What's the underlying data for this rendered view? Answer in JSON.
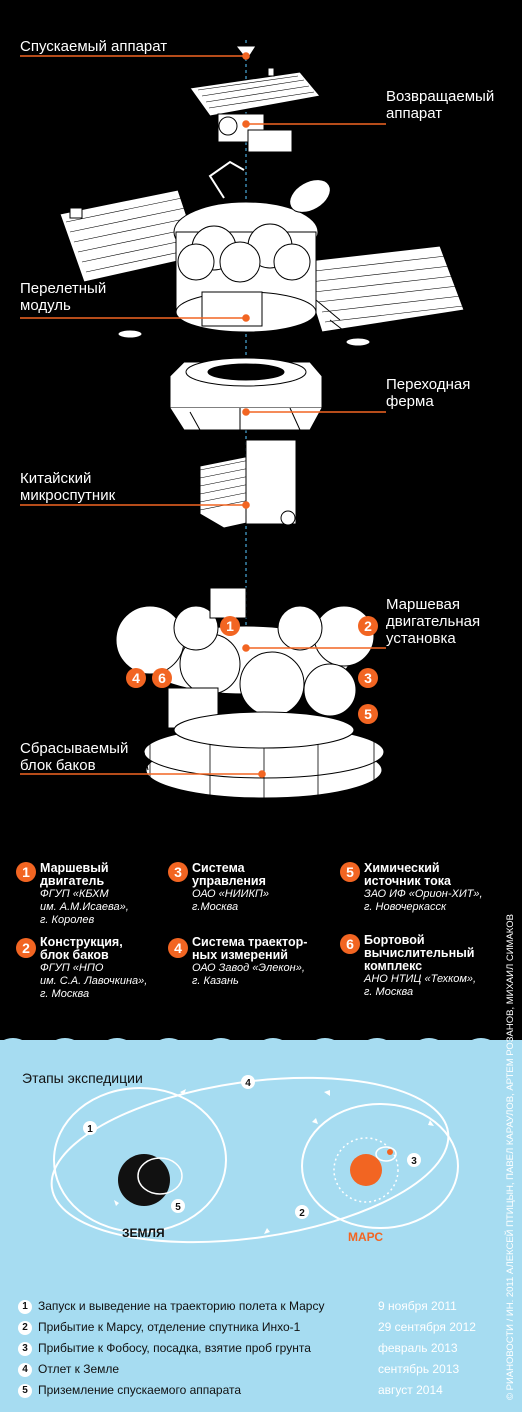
{
  "parts": {
    "descent": "Спускаемый аппарат",
    "return_1": "Возвращаемый",
    "return_2": "аппарат",
    "flight_1": "Перелетный",
    "flight_2": "модуль",
    "adapter_1": "Переходная",
    "adapter_2": "ферма",
    "china_1": "Китайский",
    "china_2": "микроспутник",
    "propulsion_1": "Маршевая",
    "propulsion_2": "двигательная",
    "propulsion_3": "установка",
    "tanks_1": "Сбрасываемый",
    "tanks_2": "блок баков"
  },
  "badges": [
    "1",
    "2",
    "3",
    "4",
    "5",
    "6"
  ],
  "legend": [
    {
      "num": "1",
      "title": [
        "Маршевый",
        "двигатель"
      ],
      "sub": [
        "ФГУП «КБХМ",
        "им. А.М.Исаева»,",
        "г. Королев"
      ]
    },
    {
      "num": "2",
      "title": [
        "Конструкция,",
        "блок баков"
      ],
      "sub": [
        "ФГУП «НПО",
        "им. С.А. Лавочкина»,",
        "г. Москва"
      ]
    },
    {
      "num": "3",
      "title": [
        "Система",
        "управления"
      ],
      "sub": [
        "ОАО «НИИКП»",
        "г.Москва"
      ]
    },
    {
      "num": "4",
      "title": [
        "Система траектор-",
        "ных измерений"
      ],
      "sub": [
        "ОАО Завод «Элекон»,",
        "г. Казань"
      ]
    },
    {
      "num": "5",
      "title": [
        "Химический",
        "источник тока"
      ],
      "sub": [
        "ЗАО ИФ «Орион-ХИТ»,",
        "г. Новочеркасск"
      ]
    },
    {
      "num": "6",
      "title": [
        "Бортовой",
        "вычислительный",
        "комплекс"
      ],
      "sub": [
        "АНО НТИЦ «Техком»,",
        "г. Москва"
      ]
    }
  ],
  "credits": "© РИАНОВОСТИ / ИН. 2011 АЛЕКСЕЙ ПТИЦЫН, ПАВЕЛ КАРАУЛОВ, АРТЕМ РОЗАНОВ, МИХАИЛ СИМАКОВ",
  "expedition": {
    "title": "Этапы экспедиции",
    "earth": "ЗЕМЛЯ",
    "mars": "МАРС",
    "stages": [
      {
        "num": "1",
        "text": "Запуск и выведение на траекторию полета к Марсу",
        "date": "9 ноября 2011"
      },
      {
        "num": "2",
        "text": "Прибытие к Марсу, отделение спутника Инхо-1",
        "date": "29 сентября 2012"
      },
      {
        "num": "3",
        "text": "Прибытие к Фобосу, посадка, взятие проб грунта",
        "date": "февраль 2013"
      },
      {
        "num": "4",
        "text": "Отлет к Земле",
        "date": "сентябрь 2013"
      },
      {
        "num": "5",
        "text": "Приземление спускаемого аппарата",
        "date": "август 2014"
      }
    ]
  },
  "colors": {
    "accent": "#f26522",
    "bg": "#000000",
    "panel": "#a6dcf1"
  }
}
